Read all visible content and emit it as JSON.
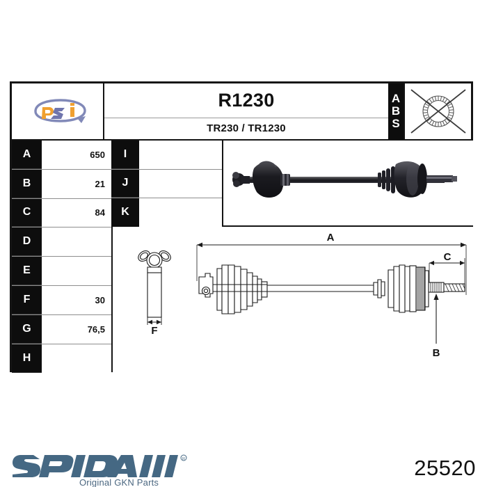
{
  "part_number": "25520",
  "header": {
    "logo_name": "psi-logo",
    "title": "R1230",
    "subtitle": "TR230 / TR1230",
    "abs_label": [
      "A",
      "B",
      "S"
    ],
    "abs_icon_name": "abs-ring-crossed-out-icon",
    "abs_icon_note": "crossed-out-abs-ring"
  },
  "spec_table": {
    "rows": [
      {
        "key": "A",
        "value": "650"
      },
      {
        "key": "B",
        "value": "21"
      },
      {
        "key": "C",
        "value": "84"
      },
      {
        "key": "D",
        "value": ""
      },
      {
        "key": "E",
        "value": ""
      },
      {
        "key": "F",
        "value": "30"
      },
      {
        "key": "G",
        "value": "76,5"
      },
      {
        "key": "H",
        "value": ""
      }
    ]
  },
  "spec_table_2": {
    "rows": [
      {
        "key": "I",
        "value": ""
      },
      {
        "key": "J",
        "value": ""
      },
      {
        "key": "K",
        "value": ""
      }
    ]
  },
  "photo": {
    "name": "drive-shaft-photo",
    "caption": ""
  },
  "drawing": {
    "name": "drive-shaft-technical-drawing",
    "dimension_labels": [
      "A",
      "B",
      "C",
      "F"
    ],
    "detail_view_label": "F"
  },
  "brand": {
    "name": "SPIDAN",
    "tagline": "Original GKN Parts",
    "color": "#4b6780"
  },
  "colors": {
    "ink": "#141414",
    "key_cell_bg": "#0d0d0d",
    "brand_blue": "#4b6780",
    "logo_orange": "#f0a030",
    "logo_blue": "#8189b8"
  }
}
